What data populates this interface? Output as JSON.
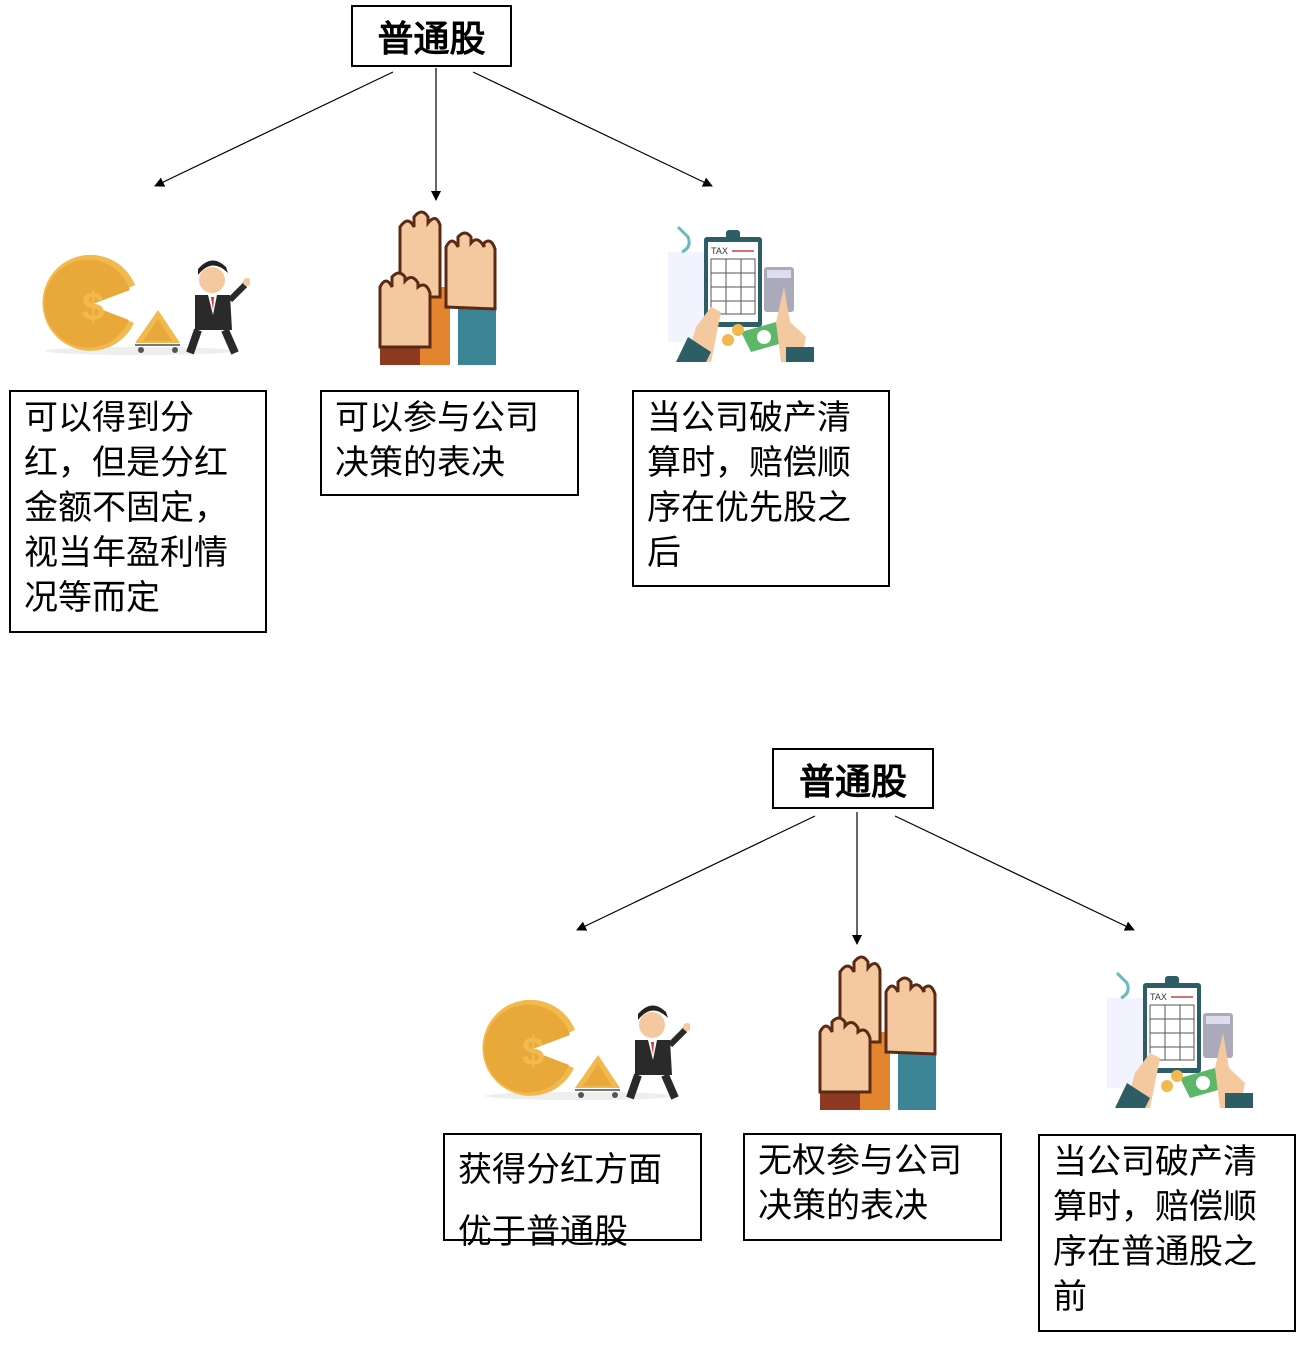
{
  "diagrams": [
    {
      "title": "普通股",
      "items": [
        {
          "icon": "coin-pie-businessman-icon",
          "text": "可以得到分红，但是分红金额不固定，视当年盈利情况等而定"
        },
        {
          "icon": "raised-hands-icon",
          "text": "可以参与公司决策的表决"
        },
        {
          "icon": "tax-clipboard-calculator-icon",
          "text": "当公司破产清算时，赔偿顺序在优先股之后"
        }
      ]
    },
    {
      "title": "普通股",
      "items": [
        {
          "icon": "coin-pie-businessman-icon",
          "text": "获得分红方面优于普通股"
        },
        {
          "icon": "raised-hands-icon",
          "text": "无权参与公司决策的表决"
        },
        {
          "icon": "tax-clipboard-calculator-icon",
          "text": "当公司破产清算时，赔偿顺序在普通股之前"
        }
      ]
    }
  ],
  "illustration": {
    "tax_label": "TAX"
  },
  "colors": {
    "coin": "#F2B94E",
    "hand": "#F5C9A0",
    "orange": "#E3852F",
    "teal": "#3C8596",
    "dark_red": "#8E3A22",
    "green": "#5DB768"
  }
}
